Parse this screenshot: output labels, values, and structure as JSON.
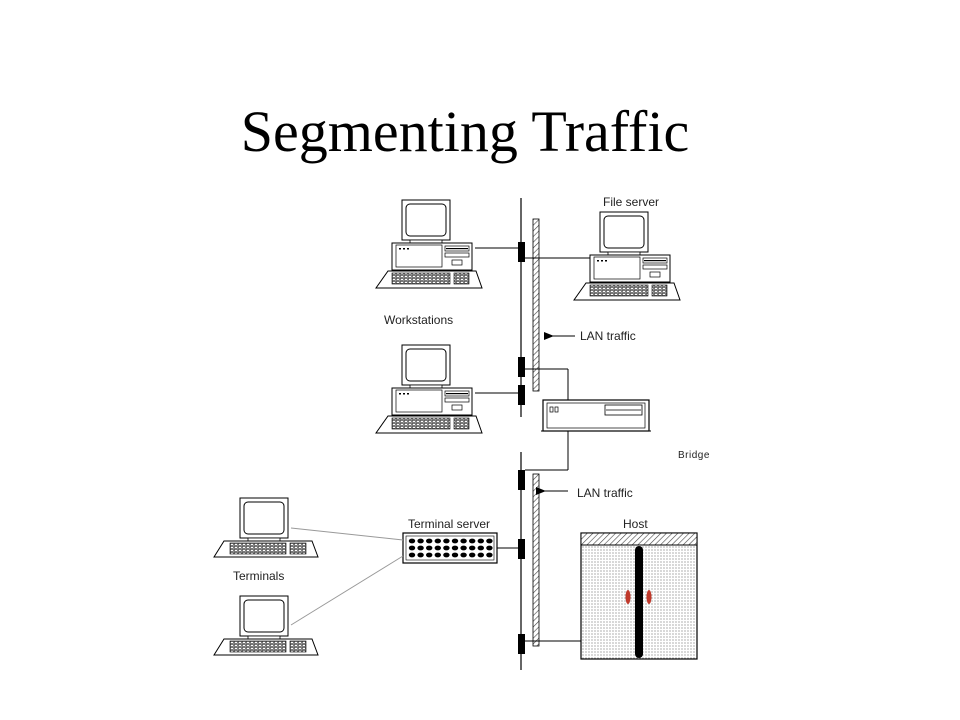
{
  "slide": {
    "title": "Segmenting Traffic"
  },
  "labels": {
    "file_server": "File server",
    "workstations": "Workstations",
    "lan_traffic_top": "LAN traffic",
    "bridge": "Bridge",
    "lan_traffic_bottom": "LAN traffic",
    "terminal_server": "Terminal  server",
    "host": "Host",
    "terminals": "Terminals"
  },
  "colors": {
    "line": "#000000",
    "terminal_link": "#999999",
    "host_indicator": "#c0392b"
  }
}
